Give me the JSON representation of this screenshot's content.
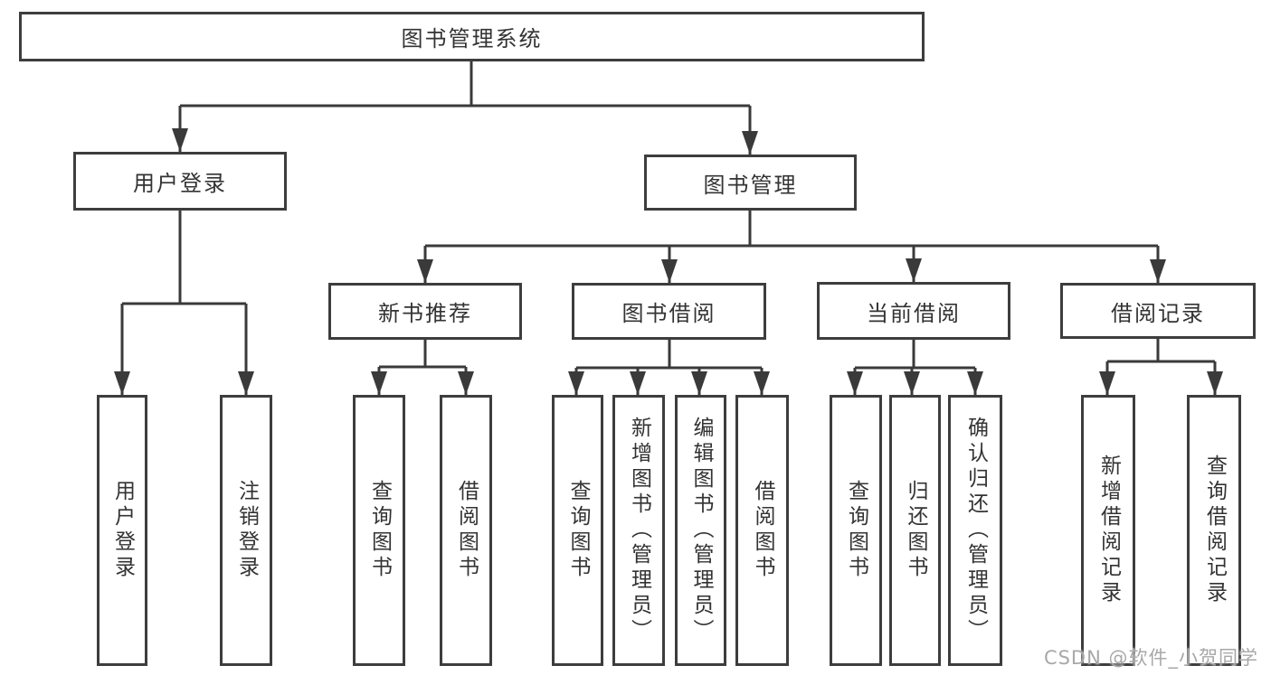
{
  "page": {
    "background": "#ffffff"
  },
  "colors": {
    "line": "#3a3a3a",
    "box_border": "#3d3d3d",
    "text": "#333333",
    "watermark": "#a8a8a8"
  },
  "watermark": {
    "text": "CSDN @软件_小贺同学"
  },
  "tree": {
    "root": {
      "label": "图书管理系统"
    },
    "branches": [
      {
        "label": "用户登录",
        "children": [
          {
            "label": "用户登录"
          },
          {
            "label": "注销登录"
          }
        ]
      },
      {
        "label": "图书管理",
        "sections": [
          {
            "label": "新书推荐",
            "children": [
              {
                "label": "查询图书"
              },
              {
                "label": "借阅图书"
              }
            ]
          },
          {
            "label": "图书借阅",
            "children": [
              {
                "label": "查询图书"
              },
              {
                "label": "新增图书（管理员）"
              },
              {
                "label": "编辑图书（管理员）"
              },
              {
                "label": "借阅图书"
              }
            ]
          },
          {
            "label": "当前借阅",
            "children": [
              {
                "label": "查询图书"
              },
              {
                "label": "归还图书"
              },
              {
                "label": "确认归还（管理员）"
              }
            ]
          },
          {
            "label": "借阅记录",
            "children": [
              {
                "label": "新增借阅记录"
              },
              {
                "label": "查询借阅记录"
              }
            ]
          }
        ]
      }
    ]
  }
}
